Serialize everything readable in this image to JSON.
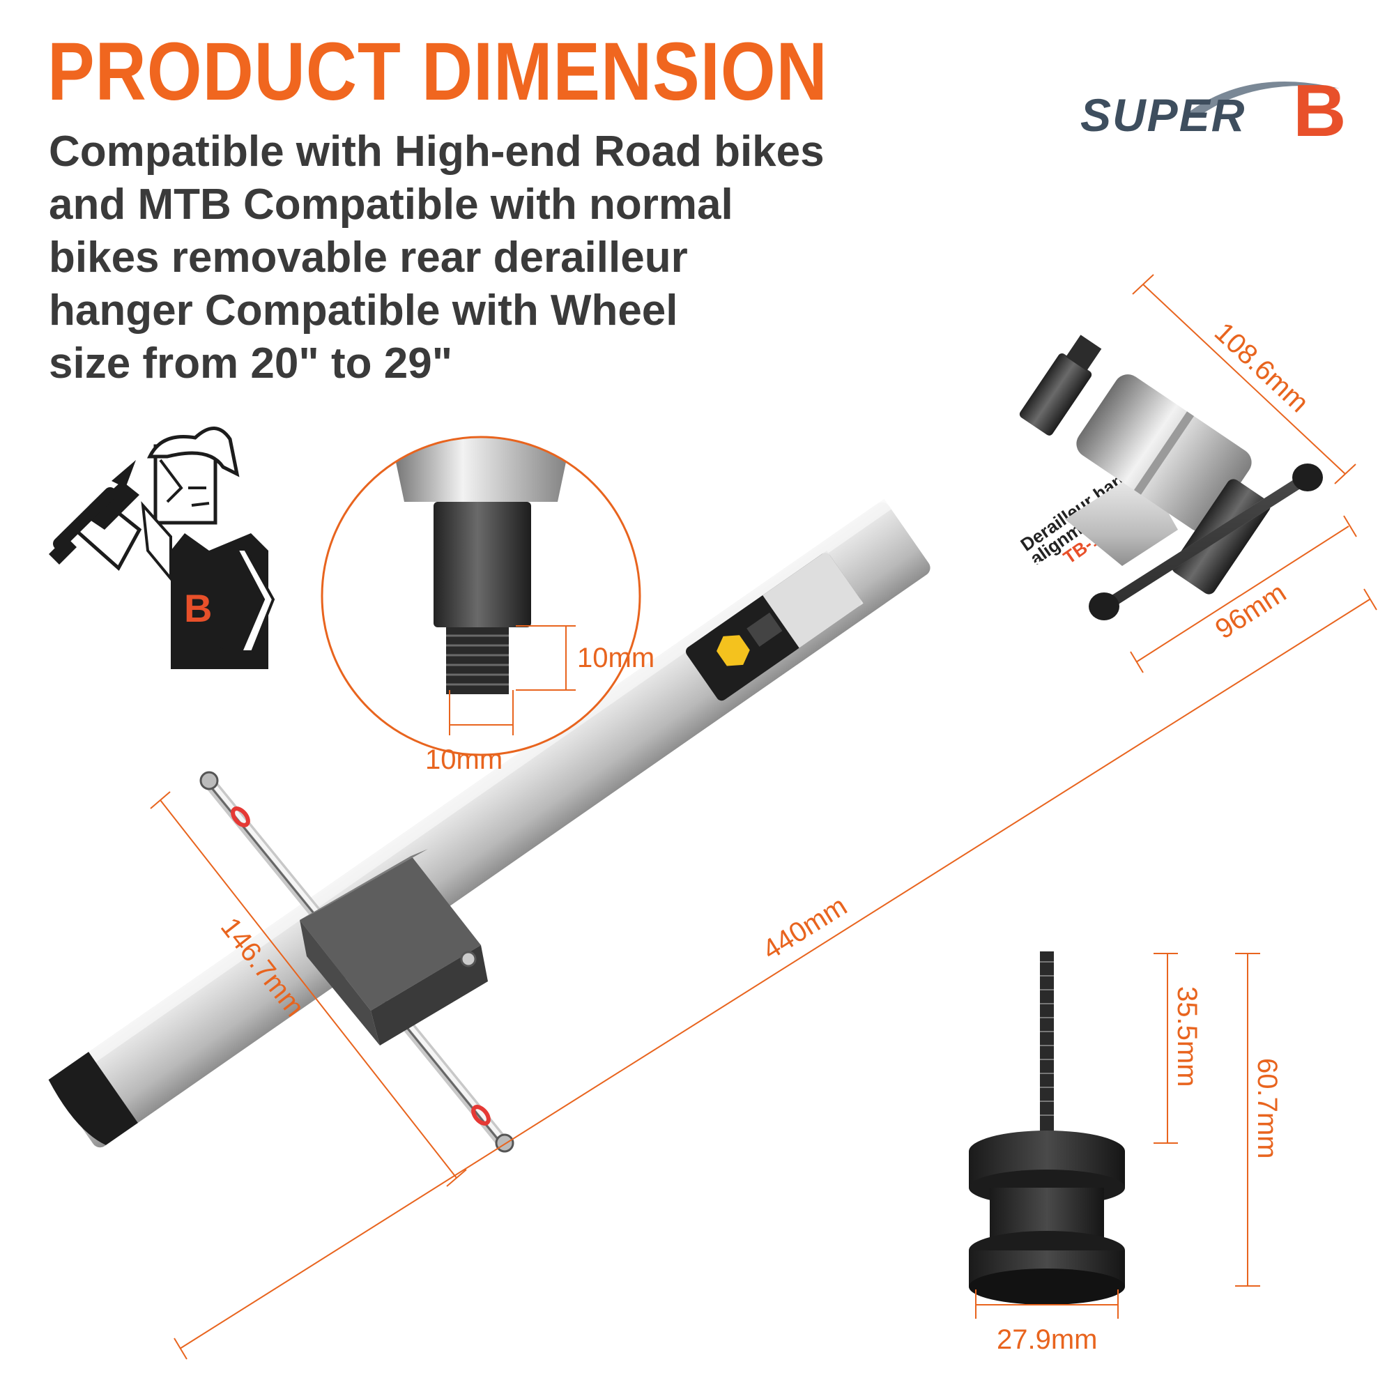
{
  "header": {
    "title": "PRODUCT DIMENSION",
    "description_lines": [
      "Compatible with High-end Road bikes",
      "and MTB Compatible with normal",
      "bikes removable rear derailleur",
      "hanger Compatible with Wheel",
      "size from 20\" to 29\""
    ]
  },
  "brand": {
    "super": "SUPER",
    "b": "B"
  },
  "mascot": {
    "shirt_letter": "B"
  },
  "tool_label": {
    "line1": "Derailleur hanger",
    "line2": "alignment gauge",
    "model": "TB-1946",
    "badge_brand": "SUPER B"
  },
  "dimensions": {
    "head_height": "108.6mm",
    "head_width": "96mm",
    "tool_length": "440mm",
    "rod_length": "146.7mm",
    "thread_length": "10mm",
    "thread_diameter": "10mm",
    "bolt_thread": "35.5mm",
    "bolt_total": "60.7mm",
    "knob_diameter": "27.9mm"
  },
  "colors": {
    "accent": "#f0661f",
    "dim_line": "#e8641e",
    "text_dark": "#3a3a3a",
    "brand_blue": "#3e4e5e",
    "brand_red": "#e8502a"
  }
}
